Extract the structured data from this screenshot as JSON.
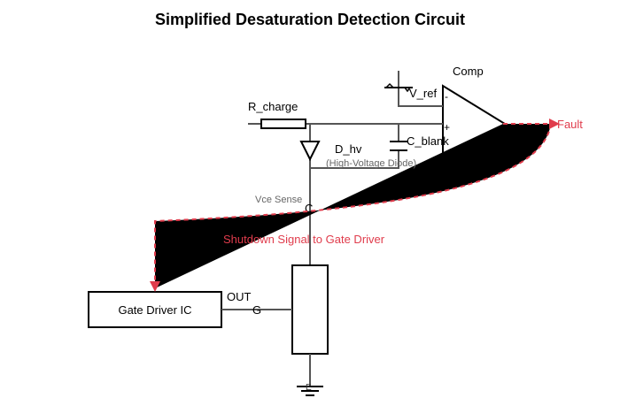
{
  "title": "Simplified Desaturation Detection Circuit",
  "components": {
    "comparator": {
      "label": "Comp",
      "minus": "-",
      "plus": "+"
    },
    "vref": {
      "label": "V_ref"
    },
    "resistor": {
      "label": "R_charge"
    },
    "diode": {
      "label": "D_hv",
      "note": "(High-Voltage Diode)"
    },
    "capacitor": {
      "label": "C_blank"
    },
    "sense": {
      "label": "Vce Sense"
    },
    "collector": {
      "label": "C"
    },
    "gate_driver": {
      "label": "Gate Driver IC",
      "out_label": "OUT"
    },
    "gate": {
      "label": "G"
    },
    "emitter": {
      "label": "E"
    }
  },
  "signals": {
    "fault": "Fault",
    "shutdown": "Shutdown Signal to Gate Driver"
  },
  "colors": {
    "signal": "#e03c4c",
    "wire": "#555555"
  }
}
